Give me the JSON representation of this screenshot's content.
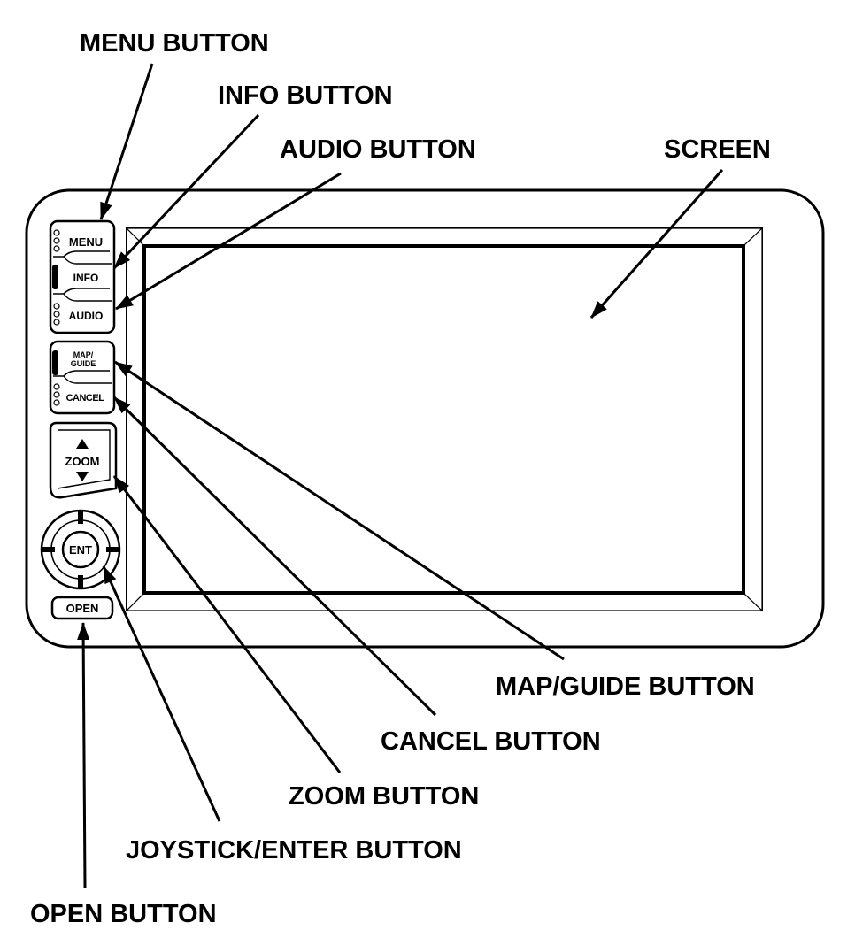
{
  "callouts": {
    "menu": "MENU BUTTON",
    "info": "INFO BUTTON",
    "audio": "AUDIO BUTTON",
    "screen": "SCREEN",
    "map_guide": "MAP/GUIDE BUTTON",
    "cancel": "CANCEL BUTTON",
    "zoom": "ZOOM BUTTON",
    "joystick": "JOYSTICK/ENTER BUTTON",
    "open": "OPEN BUTTON"
  },
  "buttons": {
    "menu": "MENU",
    "info": "INFO",
    "audio": "AUDIO",
    "map_line1": "MAP/",
    "map_line2": "GUIDE",
    "cancel": "CANCEL",
    "zoom": "ZOOM",
    "enter": "ENT",
    "open": "OPEN"
  },
  "icons": {
    "zoom_up": "triangle-up-icon",
    "zoom_down": "triangle-down-icon",
    "indicator": "led-dot-icon"
  },
  "colors": {
    "ink": "#000000",
    "paper": "#ffffff"
  }
}
